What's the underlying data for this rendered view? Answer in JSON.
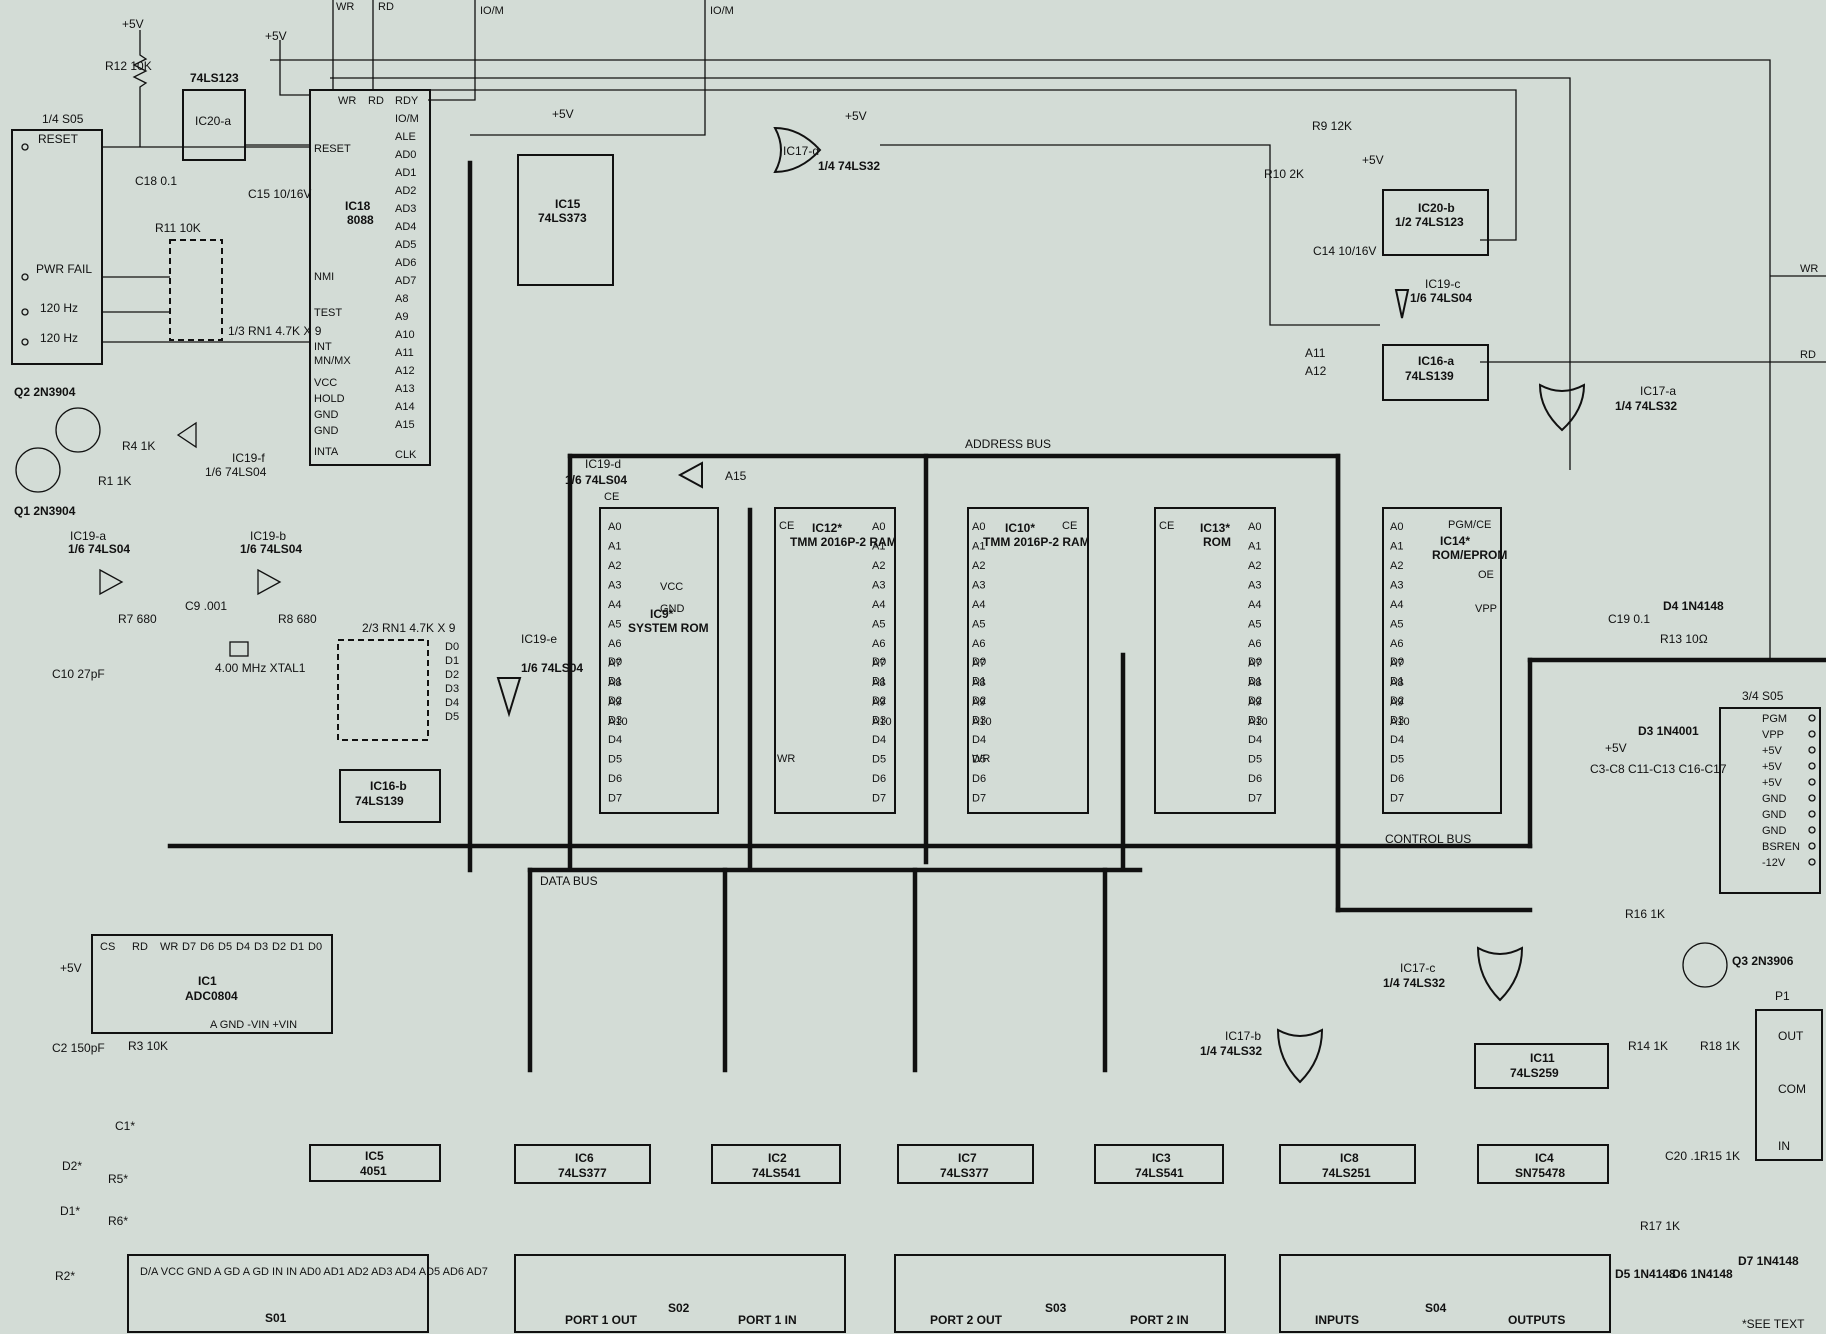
{
  "buses": {
    "address": "ADDRESS BUS",
    "data": "DATA BUS",
    "control": "CONTROL BUS"
  },
  "footnote": "*SEE TEXT",
  "chips": {
    "ic18": {
      "ref": "IC18",
      "part": "8088"
    },
    "ic15": {
      "ref": "IC15",
      "part": "74LS373"
    },
    "ic20a": {
      "ref": "IC20-a",
      "part": "74LS123"
    },
    "ic20b": {
      "ref": "IC20-b",
      "part": "1/2 74LS123"
    },
    "ic17d": {
      "ref": "IC17-d",
      "part": "1/4 74LS32"
    },
    "ic16a": {
      "ref": "IC16-a",
      "part": "74LS139"
    },
    "ic16b": {
      "ref": "IC16-b",
      "part": "74LS139"
    },
    "ic17a": {
      "ref": "IC17-a",
      "part": "1/4 74LS32"
    },
    "ic19c": {
      "ref": "IC19-c",
      "part": "1/6 74LS04"
    },
    "ic19d": {
      "ref": "IC19-d",
      "part": "1/6 74LS04"
    },
    "ic19e": {
      "ref": "IC19-e",
      "part": "1/6 74LS04"
    },
    "ic19f": {
      "ref": "IC19-f",
      "part": "1/6 74LS04"
    },
    "ic19a": {
      "ref": "IC19-a",
      "part": "1/6 74LS04"
    },
    "ic19b": {
      "ref": "IC19-b",
      "part": "1/6 74LS04"
    },
    "ic9": {
      "ref": "IC9*",
      "part": "SYSTEM ROM"
    },
    "ic12": {
      "ref": "IC12*",
      "part": "TMM 2016P-2 RAM"
    },
    "ic10": {
      "ref": "IC10*",
      "part": "TMM 2016P-2 RAM"
    },
    "ic13": {
      "ref": "IC13*",
      "part": "ROM"
    },
    "ic14": {
      "ref": "IC14*",
      "part": "ROM/EPROM"
    },
    "ic1": {
      "ref": "IC1",
      "part": "ADC0804"
    },
    "ic5": {
      "ref": "IC5",
      "part": "4051"
    },
    "ic6": {
      "ref": "IC6",
      "part": "74LS377"
    },
    "ic2": {
      "ref": "IC2",
      "part": "74LS541"
    },
    "ic7": {
      "ref": "IC7",
      "part": "74LS377"
    },
    "ic3": {
      "ref": "IC3",
      "part": "74LS541"
    },
    "ic8": {
      "ref": "IC8",
      "part": "74LS251"
    },
    "ic4": {
      "ref": "IC4",
      "part": "SN75478"
    },
    "ic11": {
      "ref": "IC11",
      "part": "74LS259"
    },
    "ic17b": {
      "ref": "IC17-b",
      "part": "1/4 74LS32"
    },
    "ic17c": {
      "ref": "IC17-c",
      "part": "1/4 74LS32"
    }
  },
  "components": {
    "r12": "R12 10K",
    "c18": "C18 0.1",
    "c15": "C15 10/16V",
    "r11": "R11 10K",
    "rn1a": "1/3 RN1 4.7K X 9",
    "rn1b": "2/3 RN1 4.7K X 9",
    "q1": "Q1 2N3904",
    "q2": "Q2 2N3904",
    "q3": "Q3 2N3906",
    "r4": "R4 1K",
    "r1": "R1 1K",
    "r7": "R7 680",
    "r8": "R8 680",
    "c9": "C9 .001",
    "c10": "C10 27pF",
    "xtal": "4.00 MHz XTAL1",
    "r9": "R9 12K",
    "r10": "R10 2K",
    "c14": "C14 10/16V",
    "c19": "C19 0.1",
    "d4": "D4 1N4148",
    "r13": "R13 10Ω",
    "d3": "D3 1N4001",
    "cbank": "C3-C8 C11-C13 C16-C17",
    "r16": "R16 1K",
    "r14": "R14 1K",
    "r18": "R18 1K",
    "r15": "R15 1K",
    "r17": "R17 1K",
    "c20": "C20 .1",
    "d5": "D5 1N4148",
    "d6": "D6 1N4148",
    "d7": "D7 1N4148",
    "c2": "C2 150pF",
    "r3": "R3 10K",
    "c1": "C1*",
    "d2": "D2*",
    "d1": "D1*",
    "r5": "R5*",
    "r6": "R6*",
    "r2": "R2*"
  },
  "s05": {
    "title": "1/4 S05",
    "pins": [
      "RESET",
      "PWR FAIL",
      "120 Hz",
      "120 Hz"
    ]
  },
  "s05b": {
    "title": "3/4 S05",
    "pins": [
      "PGM",
      "VPP",
      "+5V",
      "+5V",
      "+5V",
      "GND",
      "GND",
      "GND",
      "BSREN",
      "-12V"
    ]
  },
  "p1": {
    "title": "P1",
    "pins": [
      "OUT",
      "COM",
      "IN"
    ]
  },
  "connectors": {
    "s01": "S01",
    "s02": "S02",
    "s03": "S03",
    "s04": "S04",
    "port1out": "PORT 1 OUT",
    "port1in": "PORT 1 IN",
    "port2out": "PORT 2 OUT",
    "port2in": "PORT 2 IN",
    "inputs": "INPUTS",
    "outputs": "OUTPUTS"
  },
  "cpu_pins_left": [
    "RESET",
    "NMI",
    "TEST",
    "INT",
    "MN/MX",
    "VCC",
    "HOLD",
    "GND",
    "GND",
    "INTA"
  ],
  "cpu_pins_right": [
    "RDY",
    "IO/M",
    "ALE",
    "AD0",
    "AD1",
    "AD2",
    "AD3",
    "AD4",
    "AD5",
    "AD6",
    "AD7",
    "A8",
    "A9",
    "A10",
    "A11",
    "A12",
    "A13",
    "A14",
    "A15",
    "CLK"
  ],
  "top_signals": [
    "WR",
    "RD",
    "IO/M",
    "IO/M"
  ],
  "supply": "+5V"
}
